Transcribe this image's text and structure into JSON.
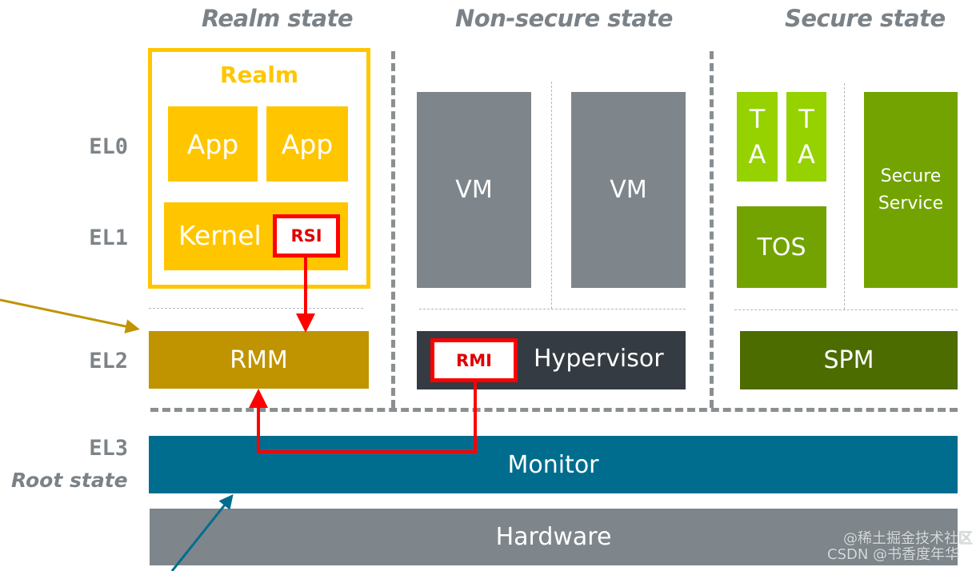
{
  "states": {
    "realm": "Realm state",
    "nonsecure": "Non-secure state",
    "secure": "Secure state",
    "root": "Root state"
  },
  "exception_levels": [
    "EL0",
    "EL1",
    "EL2",
    "EL3"
  ],
  "realm": {
    "title": "Realm",
    "apps": [
      "App",
      "App"
    ],
    "kernel": "Kernel",
    "rsi": "RSI",
    "rmm": "RMM"
  },
  "nonsecure": {
    "vms": [
      "VM",
      "VM"
    ],
    "rmi": "RMI",
    "hypervisor": "Hypervisor"
  },
  "secure": {
    "tas": [
      {
        "top": "T",
        "bottom": "A"
      },
      {
        "top": "T",
        "bottom": "A"
      }
    ],
    "tos": "TOS",
    "secure_service_line1": "Secure",
    "secure_service_line2": "Service",
    "spm": "SPM"
  },
  "root": {
    "monitor": "Monitor",
    "hardware": "Hardware"
  },
  "watermark": {
    "line1": "@稀土掘金技术社区",
    "line2": "CSDN @书香度年华"
  },
  "colors": {
    "realm_yellow": "#ffc600",
    "rmm_gold": "#c09400",
    "vm_gray": "#7e868b",
    "hypervisor_dark": "#353b42",
    "monitor_teal": "#006d8e",
    "ta_lightgreen": "#95d200",
    "secure_green": "#72a300",
    "spm_darkgreen": "#4c6c00",
    "interface_red": "#ff0000"
  }
}
